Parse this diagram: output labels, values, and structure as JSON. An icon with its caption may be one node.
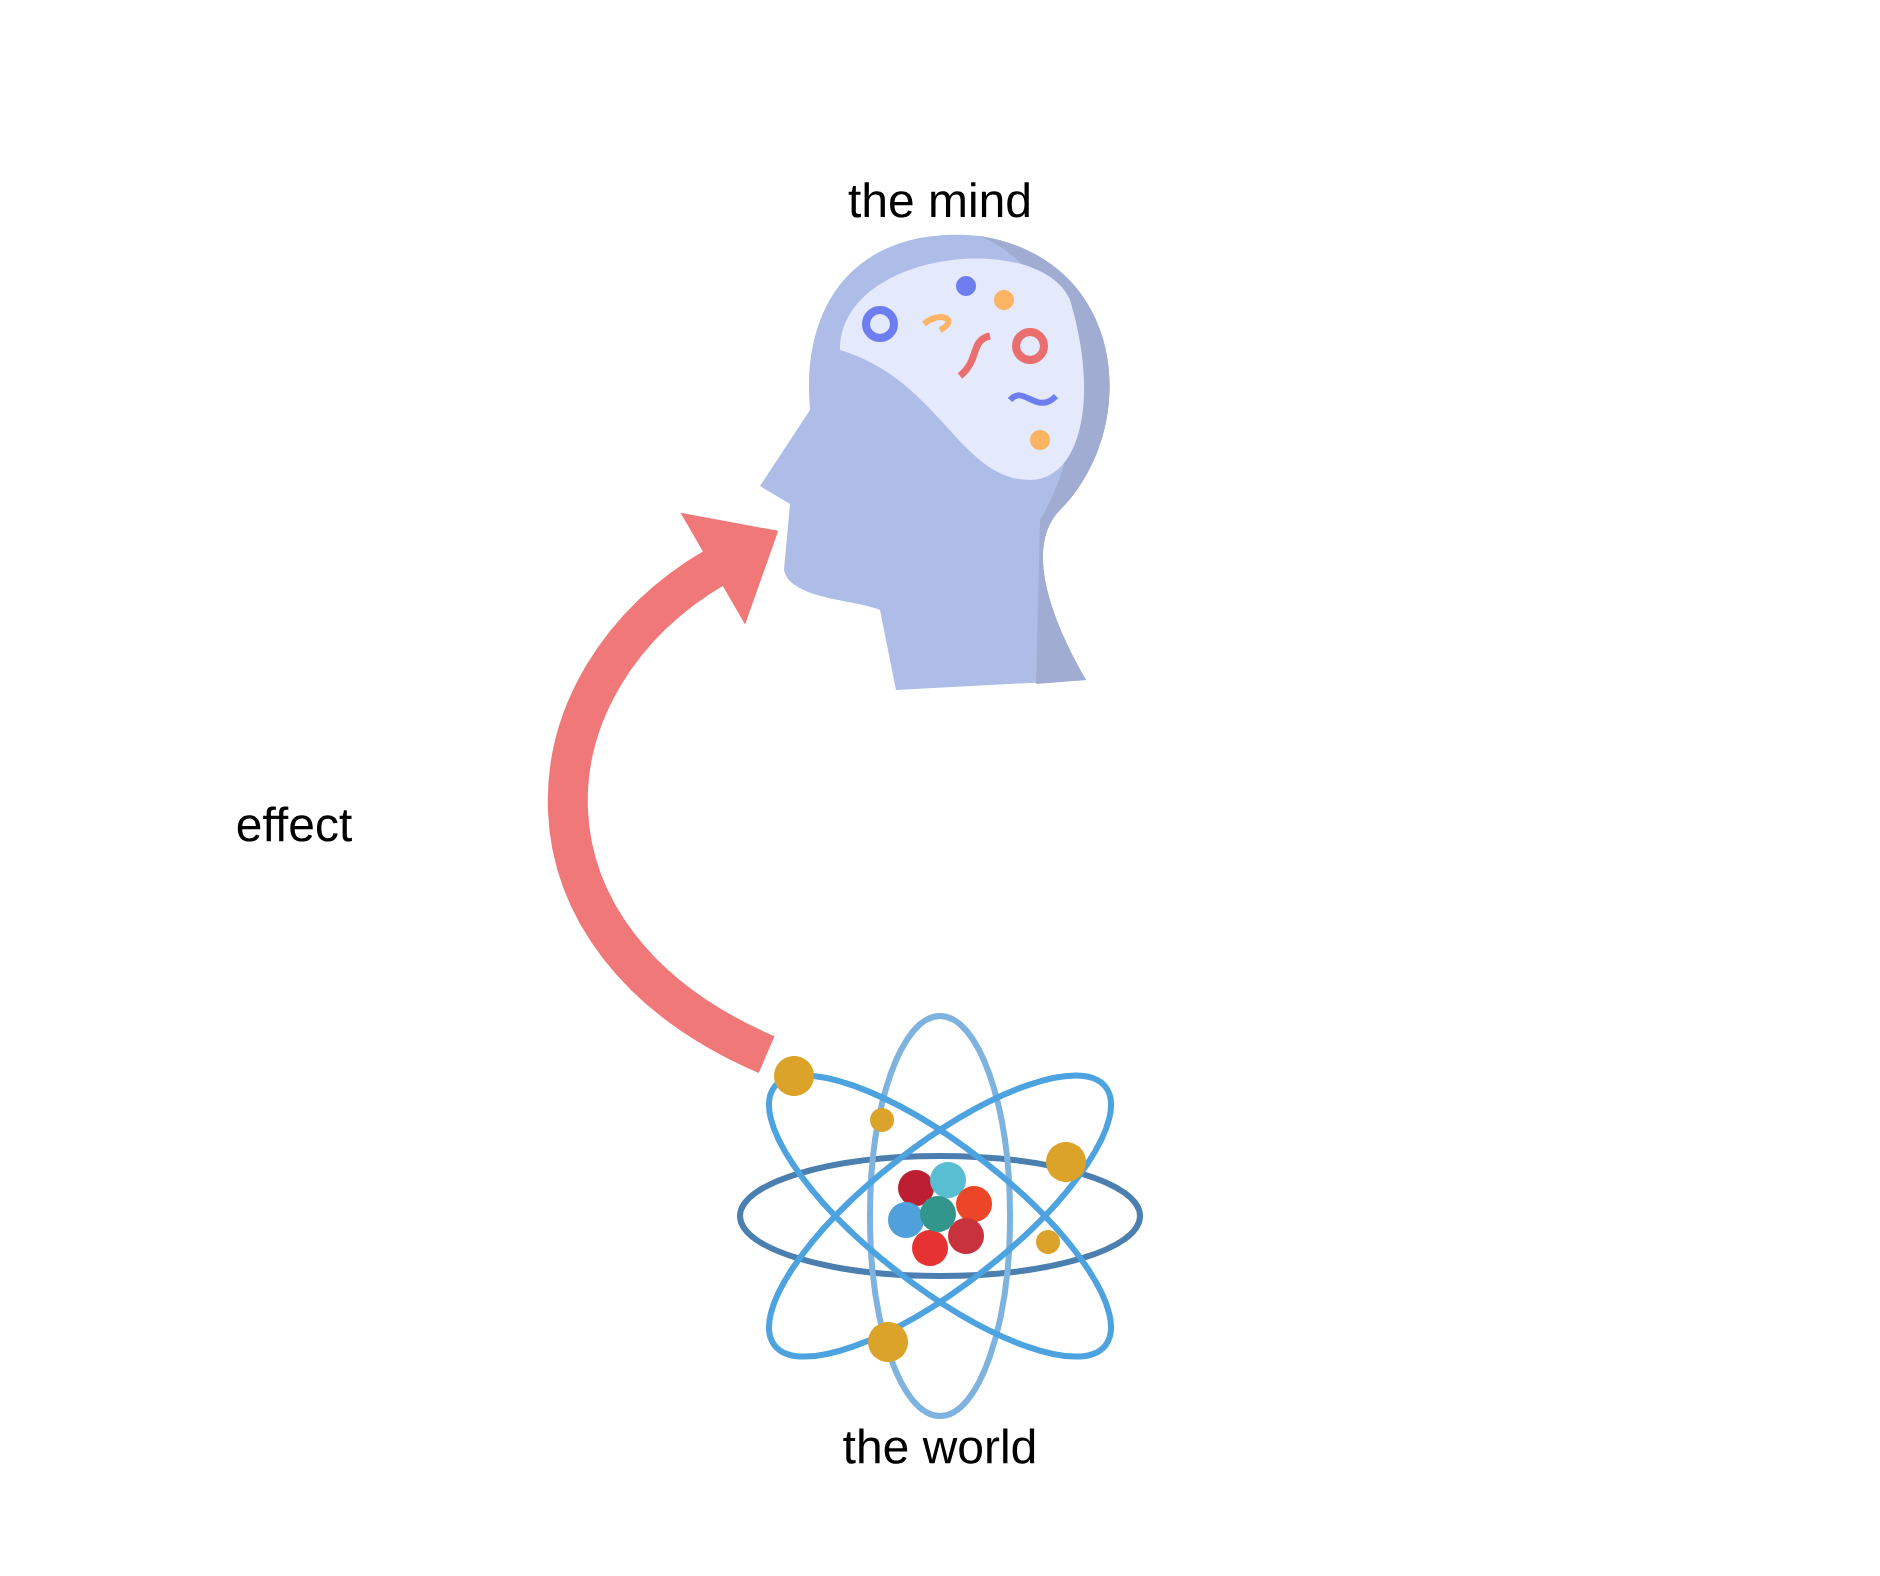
{
  "diagram": {
    "nodes": [
      {
        "text": [
          "the mind"
        ]
      },
      {
        "text": [
          "the world"
        ]
      }
    ],
    "edges": [
      {
        "from": 1,
        "to": 0,
        "arrow": "to",
        "label": "effect",
        "color": "#f07878"
      }
    ]
  }
}
